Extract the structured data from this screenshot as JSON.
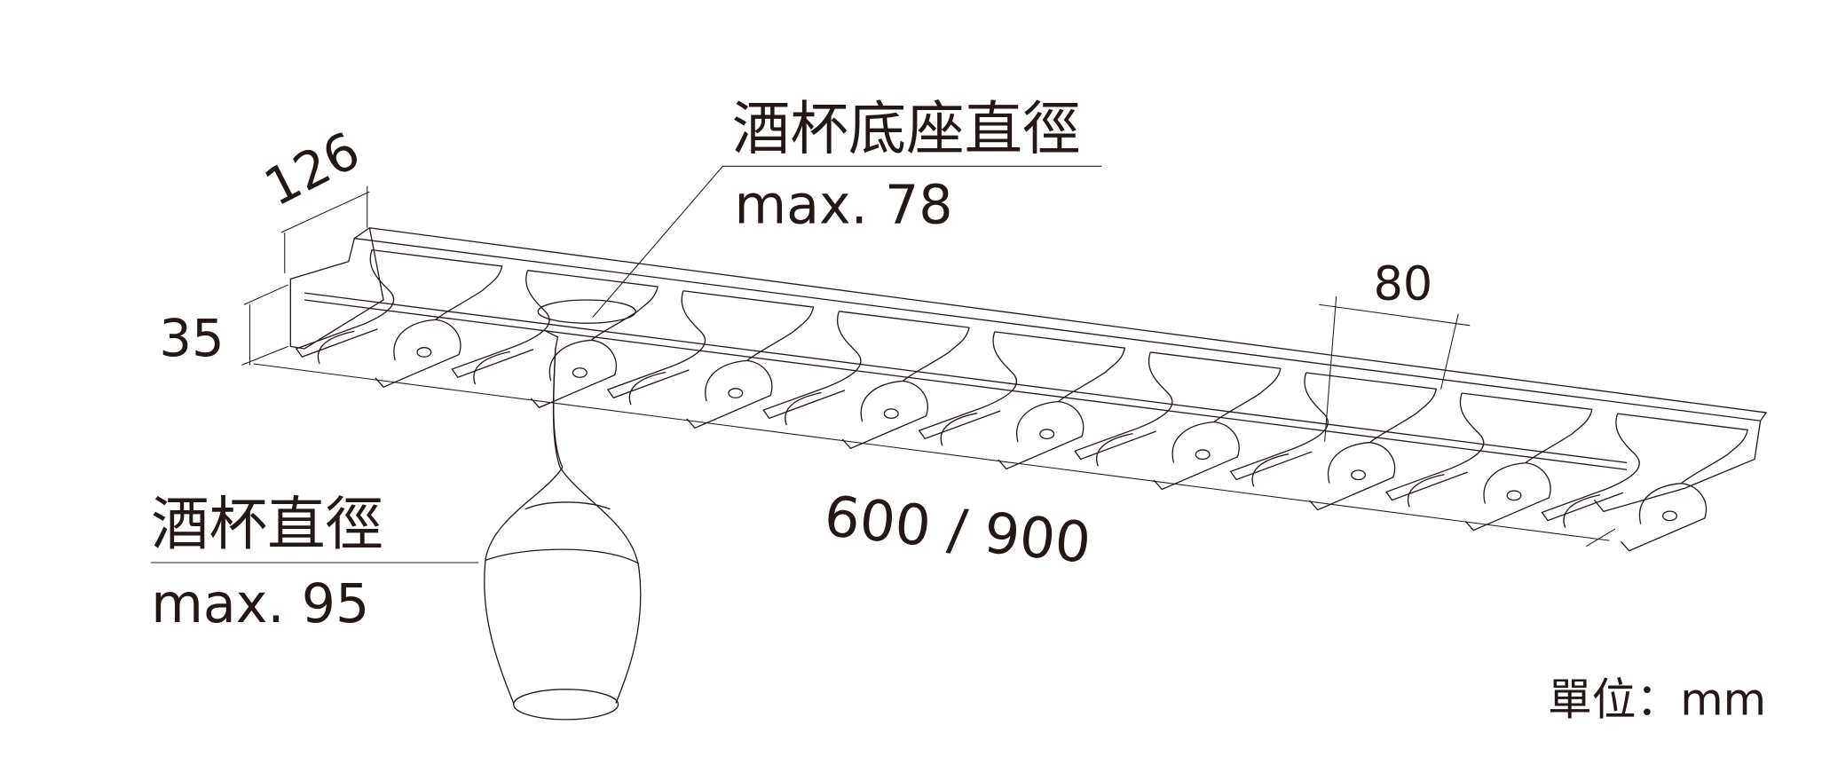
{
  "dimensions": {
    "depth": "126",
    "height": "35",
    "pitch": "80",
    "length": "600 / 900"
  },
  "callouts": {
    "base_diameter_title": "酒杯底座直徑",
    "base_diameter_value": "max. 78",
    "glass_diameter_title": "酒杯直徑",
    "glass_diameter_value": "max. 95"
  },
  "unit_label": "單位：mm",
  "holder_count": 9,
  "colors": {
    "line": "#231815",
    "background": "#ffffff"
  }
}
